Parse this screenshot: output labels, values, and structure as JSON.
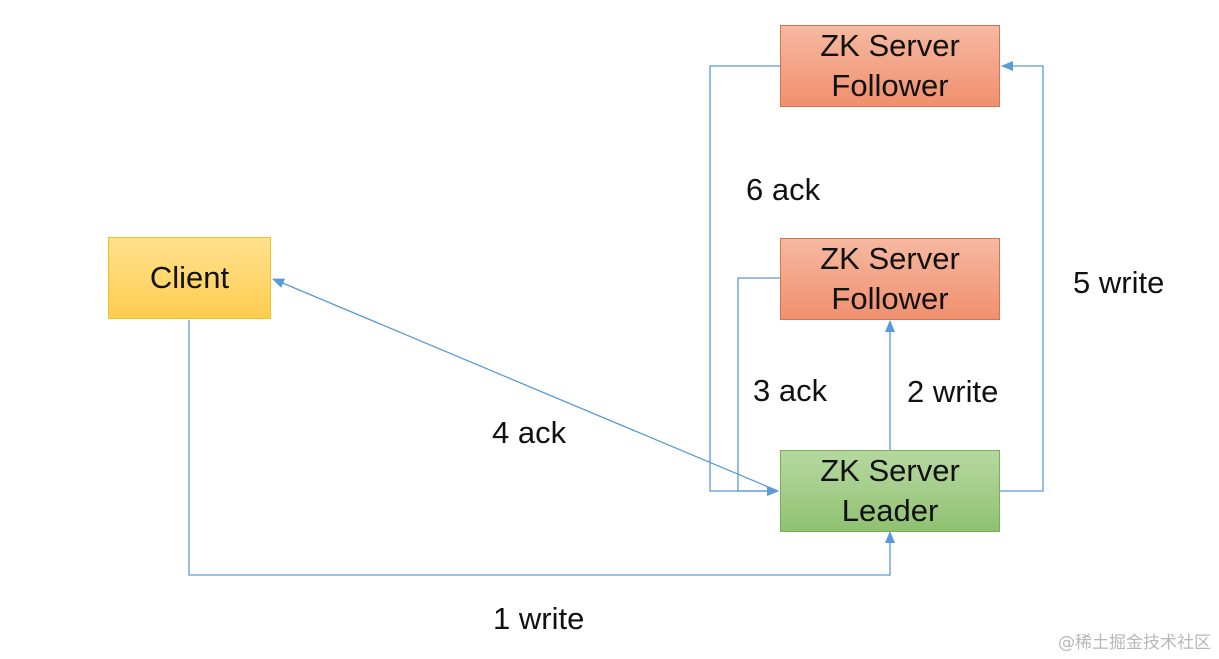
{
  "nodes": {
    "client": {
      "label": "Client"
    },
    "follower_top": {
      "line1": "ZK Server",
      "line2": "Follower"
    },
    "follower_mid": {
      "line1": "ZK Server",
      "line2": "Follower"
    },
    "leader": {
      "line1": "ZK Server",
      "line2": "Leader"
    }
  },
  "edges": {
    "write_1": "1 write",
    "write_2": "2 write",
    "ack_3": "3 ack",
    "ack_4": "4 ack",
    "write_5": "5 write",
    "ack_6": "6 ack"
  },
  "watermark": "@稀土掘金技术社区",
  "colors": {
    "connector": "#5b9bd5",
    "follower_fill": "#f3a285",
    "leader_fill": "#a2cc87",
    "client_fill": "#ffd66c"
  }
}
